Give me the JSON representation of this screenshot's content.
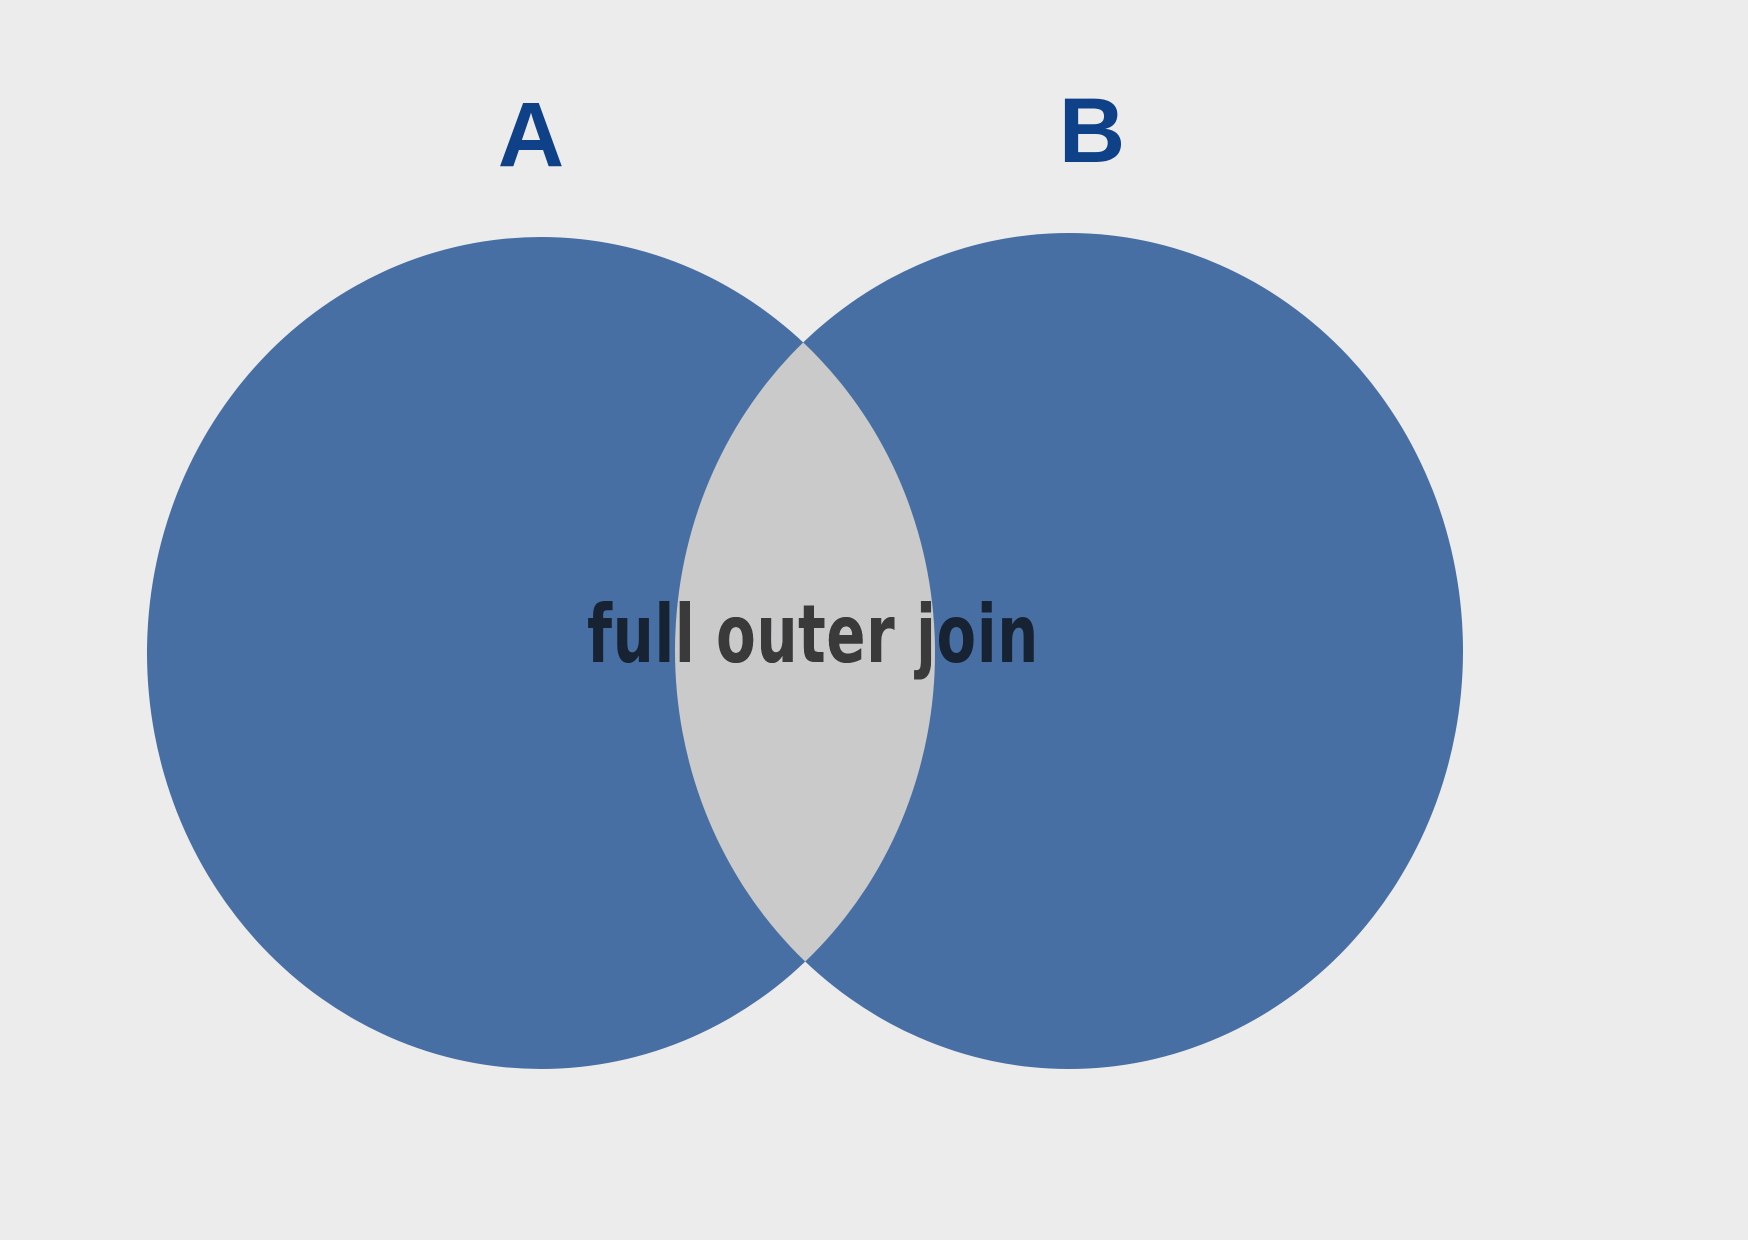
{
  "diagram": {
    "set_a": {
      "label": "A"
    },
    "set_b": {
      "label": "B"
    },
    "center_text": "full outer join"
  },
  "colors": {
    "background": "#ececec",
    "circle_fill": "#476fa3",
    "intersection_fill": "#cacaca",
    "set_label": "#0f4188",
    "text_over_circle": "#172233",
    "text_over_intersection": "#3a3a3a"
  }
}
